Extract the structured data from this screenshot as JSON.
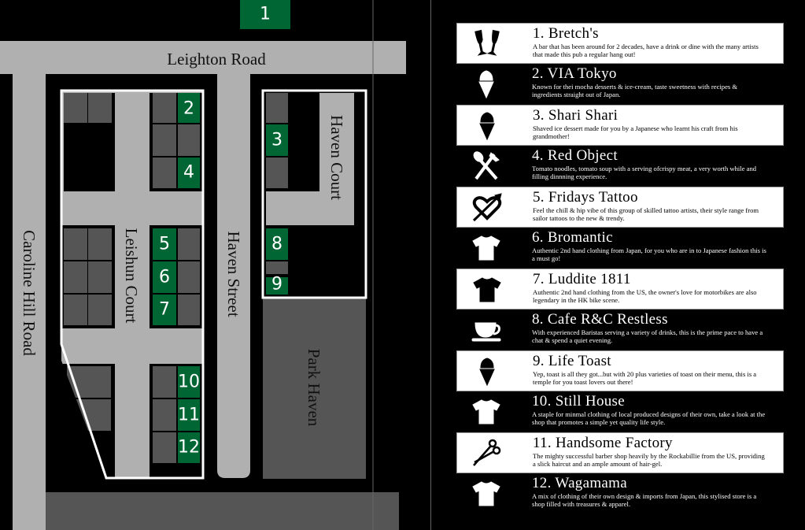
{
  "map": {
    "streets": {
      "leighton": "Leighton Road",
      "caroline": "Caroline Hill Road",
      "leishun": "Leishun Court",
      "haven_street": "Haven Street",
      "haven_court": "Haven Court",
      "park_haven": "Park Haven"
    },
    "markers": [
      "1",
      "2",
      "3",
      "4",
      "5",
      "6",
      "7",
      "8",
      "9",
      "10",
      "11",
      "12"
    ],
    "colors": {
      "marker": "#006633",
      "road": "#b0b0b0",
      "building": "#555555",
      "outline": "#ffffff"
    }
  },
  "places": [
    {
      "title": "1. Bretch's",
      "desc": "A bar that has been around for 2 decades, have a drink or dine with the many artists that made this pub a regular hang out!",
      "icon": "champagne-glasses-icon"
    },
    {
      "title": "2. VIA Tokyo",
      "desc": "Known for thei mocha desserts & ice-cream, taste sweetness with recipes & ingredients straight out of Japan.",
      "icon": "ice-cream-icon"
    },
    {
      "title": "3. Shari Shari",
      "desc": "Shaved ice dessert made for you by a Japanese who learnt his craft from his grandmother!",
      "icon": "ice-cream-icon"
    },
    {
      "title": "4. Red Object",
      "desc": "Tomato noodles, tomato soup with a serving ofcrispy meat, a very worth while and filling dinnning experience.",
      "icon": "spoon-fork-icon"
    },
    {
      "title": "5. Fridays Tattoo",
      "desc": "Feel the chill & hip vibe of this group of skilled tattoo artists, their style range from sailor tattoos to the new & trendy.",
      "icon": "heart-arrow-icon"
    },
    {
      "title": "6. Bromantic",
      "desc": "Authentic 2nd hand clothing from Japan, for you who are in to Japanese fashion this is a must go!",
      "icon": "tshirt-icon"
    },
    {
      "title": "7. Luddite 1811",
      "desc": "Authentic 2nd hand clothing from the US, the owner's love for motorbikes are also legendary in the HK bike scene.",
      "icon": "tshirt-icon"
    },
    {
      "title": "8. Cafe R&C Restless",
      "desc": "With experienced Baristas serving a variety of drinks, this is the prime pace to have a chat & spend a quiet evening.",
      "icon": "coffee-cup-icon"
    },
    {
      "title": "9. Life Toast",
      "desc": "Yep, toast is all they got...but with 20 plus varieties of toast on their menu, this is a temple for you toast lovers out there!",
      "icon": "ice-cream-icon"
    },
    {
      "title": "10. Still House",
      "desc": "A staple for minmal clothing of local produced designs of their own, take a look at the shop that promotes a simple yet quality life style.",
      "icon": "tshirt-icon"
    },
    {
      "title": "11. Handsome Factory",
      "desc": "The mighty successful barber shop heavily by the Rockabillie from the US, providing a slick haircut and an ample amount of hair-gel.",
      "icon": "scissors-icon"
    },
    {
      "title": "12. Wagamama",
      "desc": "A mix of clothing of their own design & imports from Japan, this stylised store is a shop filled with treasures & apparel.",
      "icon": "tshirt-icon"
    }
  ]
}
